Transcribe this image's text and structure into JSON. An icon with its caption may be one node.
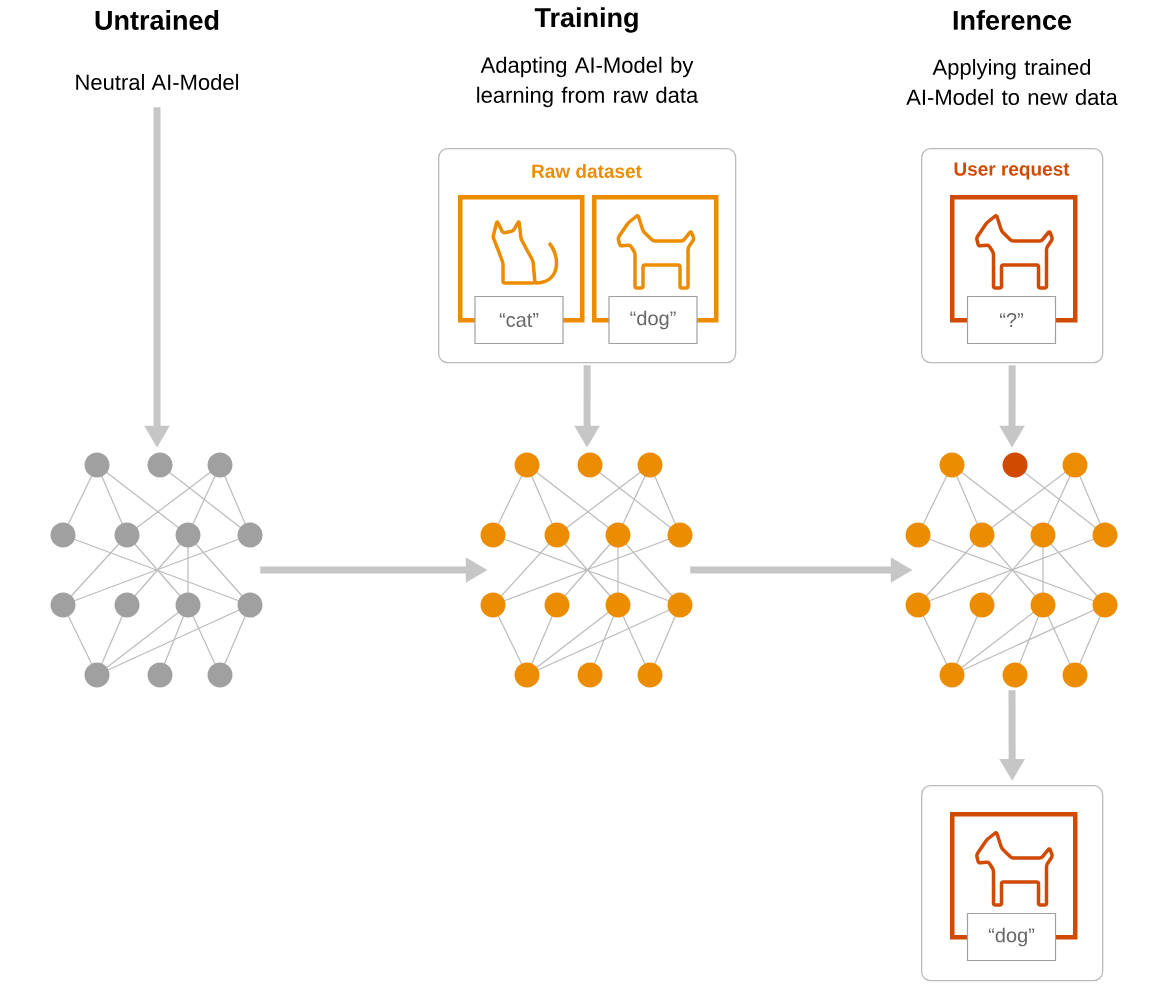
{
  "diagram": {
    "nodes": [
      {
        "text": [
          "Neutral AI-Model"
        ]
      },
      {
        "text": [
          "Raw dataset"
        ]
      },
      {
        "text": [
          "“cat”"
        ],
        "in": 1
      },
      {
        "text": [
          "“dog”"
        ],
        "in": 1
      },
      {
        "text": [
          "User request"
        ]
      },
      {
        "text": [
          "“?”"
        ],
        "in": 4
      },
      {
        "text": [],
        "shape": "picture"
      },
      {
        "text": [],
        "shape": "picture"
      },
      {
        "text": [],
        "shape": "picture"
      },
      {
        "text": [],
        "shape": "box"
      },
      {
        "text": [
          "“dog”"
        ],
        "in": 9
      }
    ],
    "edges": [
      {
        "from": 0,
        "to": 6,
        "arrow": "to"
      },
      {
        "from": 6,
        "to": 7,
        "arrow": "to"
      },
      {
        "from": 1,
        "to": 7,
        "arrow": "to"
      },
      {
        "from": 7,
        "to": 8,
        "arrow": "to"
      },
      {
        "from": 4,
        "to": 8,
        "arrow": "to"
      },
      {
        "from": 8,
        "to": 9,
        "arrow": "to"
      }
    ],
    "labels": [
      "Untrained",
      "Training",
      "Inference",
      "Adapting AI-Model by learning from raw data",
      "Applying trained AI-Model to new data"
    ]
  }
}
